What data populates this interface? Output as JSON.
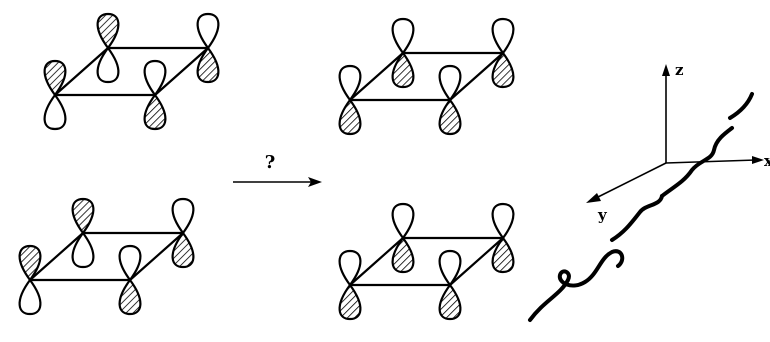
{
  "reaction": {
    "arrow_label": "?"
  },
  "axes": {
    "z_label": "z",
    "y_label": "y",
    "x_label": "x"
  },
  "orbital_colors": {
    "line": "#000000",
    "background": "#ffffff"
  },
  "lobe_signs": {
    "left_top": [
      [
        "up_hatched",
        "up_open",
        "up_open",
        "up_hatched"
      ]
    ],
    "left_bottom": [
      [
        "up_hatched",
        "up_open",
        "up_open",
        "up_hatched"
      ]
    ],
    "right_top": [
      [
        "up_open",
        "up_open",
        "up_open",
        "up_open"
      ]
    ],
    "right_bottom": [
      [
        "up_open",
        "up_open",
        "up_open",
        "up_open"
      ]
    ]
  }
}
